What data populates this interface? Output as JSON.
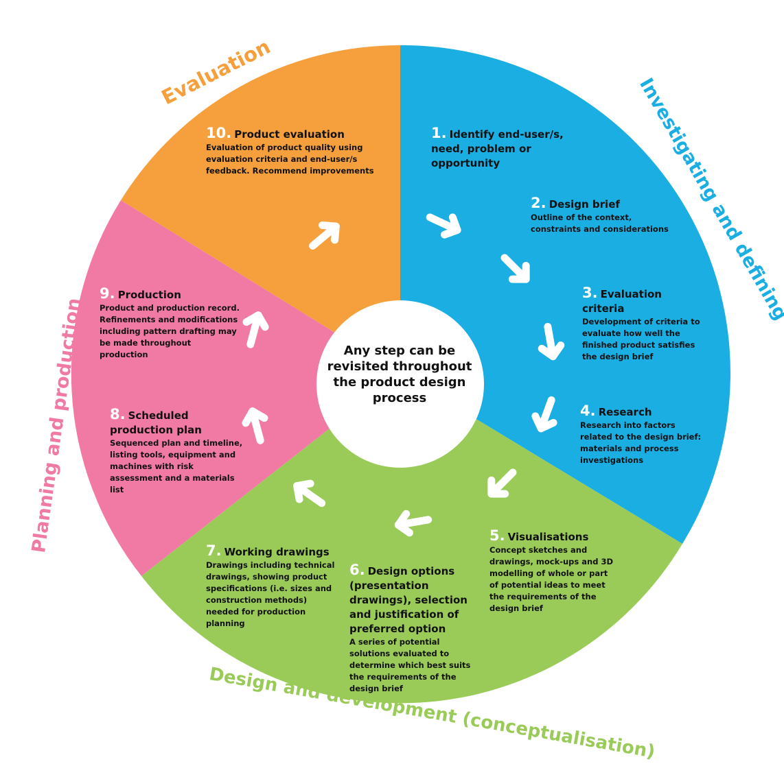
{
  "center_text": "Any step can be revisited throughout the product design process",
  "colors": {
    "evaluation": "#f5a03c",
    "investigating": "#1aaee3",
    "design_development": "#9acb59",
    "planning_production": "#f07aa3",
    "arrow": "#ffffff",
    "center": "#ffffff"
  },
  "phases": {
    "evaluation": "Evaluation",
    "investigating": "Investigating and defining",
    "design_development": "Design and development (conceptualisation)",
    "planning_production": "Planning and production"
  },
  "steps": [
    {
      "num": "1.",
      "title": "Identify end-user/s, need, problem or opportunity",
      "desc": ""
    },
    {
      "num": "2.",
      "title": "Design brief",
      "desc": "Outline of the context, constraints and considerations"
    },
    {
      "num": "3.",
      "title": "Evaluation criteria",
      "desc": "Development of criteria to evaluate how well the finished product satisfies the design brief"
    },
    {
      "num": "4.",
      "title": "Research",
      "desc": "Research into factors related to the design brief: materials and process investigations"
    },
    {
      "num": "5.",
      "title": "Visualisations",
      "desc": "Concept sketches and drawings, mock-ups and 3D modelling of whole or part of potential ideas to meet the requirements of the design brief"
    },
    {
      "num": "6.",
      "title": "Design options (presentation drawings), selection and justification of preferred option",
      "desc": "A series of potential solutions evaluated to determine which best suits the requirements of the design brief"
    },
    {
      "num": "7.",
      "title": "Working drawings",
      "desc": "Drawings including technical drawings, showing product specifications (i.e. sizes and construction methods) needed for production planning"
    },
    {
      "num": "8.",
      "title": "Scheduled production plan",
      "desc": "Sequenced plan and timeline, listing tools, equipment and machines with risk assessment and a materials list"
    },
    {
      "num": "9.",
      "title": "Production",
      "desc": "Product and production record. Refinements and modifications including pattern drafting may be made throughout production"
    },
    {
      "num": "10.",
      "title": "Product evaluation",
      "desc": "Evaluation of product quality using evaluation criteria and end-user/s feedback. Recommend improvements"
    }
  ]
}
